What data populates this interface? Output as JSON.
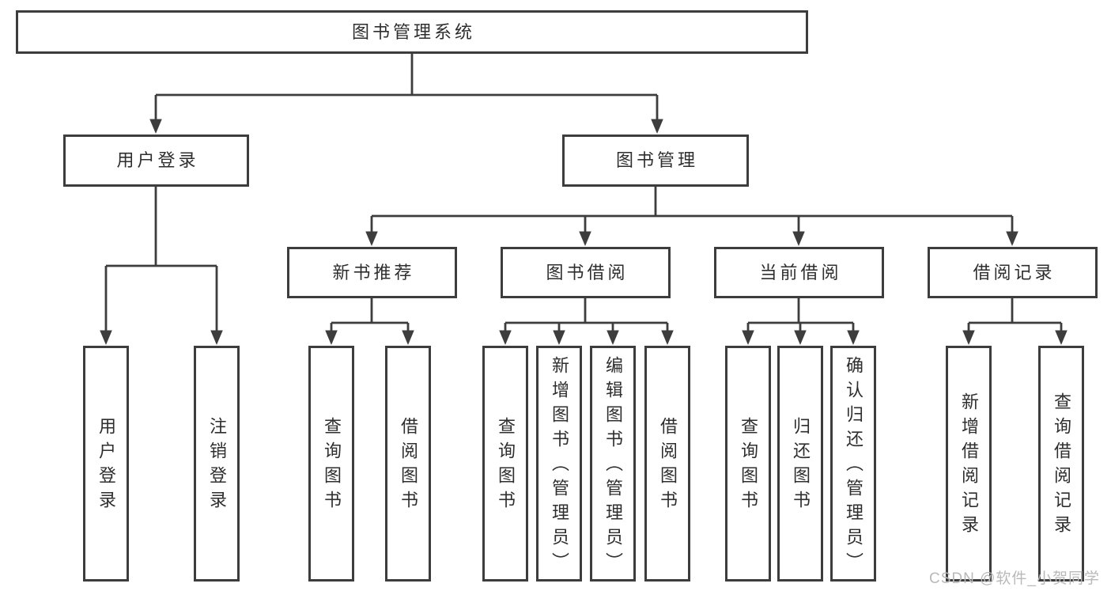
{
  "tree": {
    "root": {
      "label": "图书管理系统"
    },
    "branches": [
      {
        "label": "用户登录",
        "leaves": [
          {
            "label": "用户登录"
          },
          {
            "label": "注销登录"
          }
        ]
      },
      {
        "label": "图书管理",
        "sections": [
          {
            "label": "新书推荐",
            "leaves": [
              {
                "label": "查询图书"
              },
              {
                "label": "借阅图书"
              }
            ]
          },
          {
            "label": "图书借阅",
            "leaves": [
              {
                "label": "查询图书"
              },
              {
                "label": "新增图书（管理员）"
              },
              {
                "label": "编辑图书（管理员）"
              },
              {
                "label": "借阅图书"
              }
            ]
          },
          {
            "label": "当前借阅",
            "leaves": [
              {
                "label": "查询图书"
              },
              {
                "label": "归还图书"
              },
              {
                "label": "确认归还（管理员）"
              }
            ]
          },
          {
            "label": "借阅记录",
            "leaves": [
              {
                "label": "新增借阅记录"
              },
              {
                "label": "查询借阅记录"
              }
            ]
          }
        ]
      }
    ]
  },
  "watermark": {
    "text": "CSDN @软件_小贺同学"
  },
  "colors": {
    "line": "#3d3d3d",
    "text": "#2e2e2e",
    "watermark": "#b9b9b9"
  }
}
